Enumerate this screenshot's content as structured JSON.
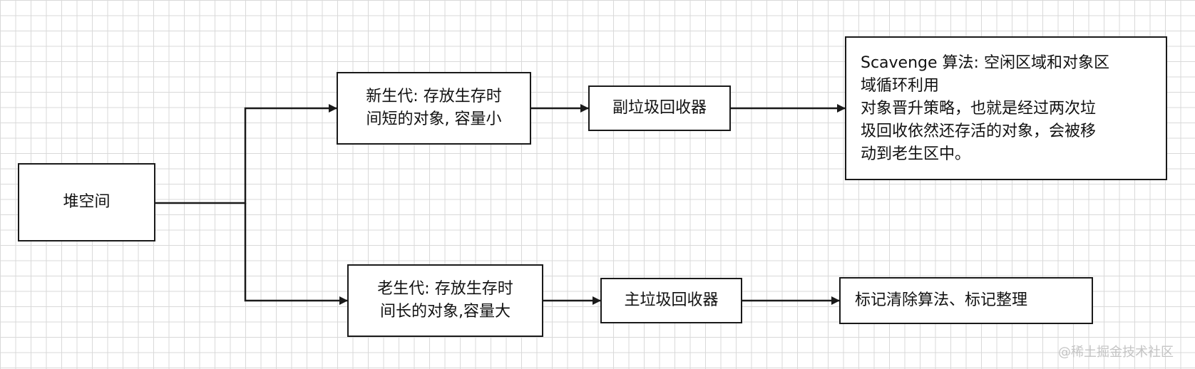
{
  "nodes": {
    "heap": {
      "label": "堆空间"
    },
    "young": {
      "lines": [
        "新生代: 存放生存时",
        "间短的对象, 容量小"
      ]
    },
    "old": {
      "lines": [
        "老生代: 存放生存时",
        "间长的对象,容量大"
      ]
    },
    "minor_gc": {
      "label": "副垃圾回收器"
    },
    "major_gc": {
      "label": "主垃圾回收器"
    },
    "scavenge": {
      "lines": [
        "Scavenge 算法: 空闲区域和对象区",
        "域循环利用",
        "对象晋升策略，也就是经过两次垃",
        "圾回收依然还存活的对象，会被移",
        "动到老生区中。"
      ]
    },
    "mark": {
      "label": "标记清除算法、标记整理"
    }
  },
  "edges": [
    {
      "from": "heap",
      "to": "young"
    },
    {
      "from": "heap",
      "to": "old"
    },
    {
      "from": "young",
      "to": "minor_gc"
    },
    {
      "from": "minor_gc",
      "to": "scavenge"
    },
    {
      "from": "old",
      "to": "major_gc"
    },
    {
      "from": "major_gc",
      "to": "mark"
    }
  ],
  "watermark": "@稀土掘金技术社区",
  "colors": {
    "stroke": "#1a1a1a",
    "grid": "#d9d9d9",
    "watermark": "#c4c4c4"
  }
}
